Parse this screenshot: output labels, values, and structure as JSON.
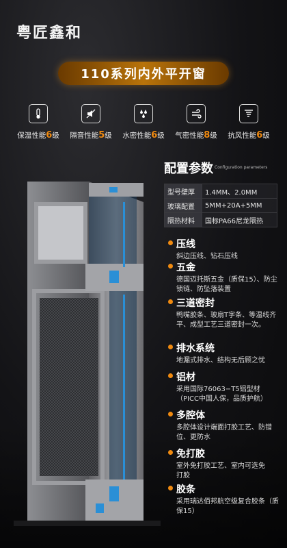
{
  "brand": "粤匠鑫和",
  "title": "110系列内外平开窗",
  "performance": [
    {
      "icon": "thermometer-icon",
      "label": "保温性能",
      "level": "6",
      "unit": "级"
    },
    {
      "icon": "mute-icon",
      "label": "隔音性能",
      "level": "5",
      "unit": "级"
    },
    {
      "icon": "water-drops-icon",
      "label": "水密性能",
      "level": "6",
      "unit": "级"
    },
    {
      "icon": "wind-icon",
      "label": "气密性能",
      "level": "8",
      "unit": "级"
    },
    {
      "icon": "tornado-icon",
      "label": "抗风性能",
      "level": "6",
      "unit": "级"
    }
  ],
  "config": {
    "title": "配置参数",
    "subtitle": "Configuration parameters",
    "rows": [
      {
        "key": "型号壁厚",
        "value": "1.4MM、2.0MM"
      },
      {
        "key": "玻璃配置",
        "value": "5MM+20A+5MM"
      },
      {
        "key": "隔热材料",
        "value": "国标PA66尼龙隔热"
      }
    ]
  },
  "features": [
    {
      "title": "压线",
      "desc": "斜边压线、钻石压线"
    },
    {
      "title": "五金",
      "desc": "德国迈托斯五金（质保15）、防尘锁链、防坠落装置"
    },
    {
      "title": "三道密封",
      "desc": "鸭嘴胶条、玻扇T字条、等温线齐平、成型工艺三道密封一次。"
    },
    {
      "title": "排水系统",
      "desc": "地漏式排水、结构无后顾之忧"
    },
    {
      "title": "铝材",
      "desc": "采用国际76063−T5铝型材（PICC中国人保，品质护航）"
    },
    {
      "title": "多腔体",
      "desc": "多腔体设计端面打胶工艺、防错位、更防水"
    },
    {
      "title": "免打胶",
      "desc": "室外免打胶工艺、室内可选免打胶"
    },
    {
      "title": "胶条",
      "desc": "采用瑞达佰邦航空级复合胶条（质保15）"
    }
  ],
  "colors": {
    "accent": "#f08a10",
    "pill": "#b8730a",
    "background": "#121215"
  }
}
